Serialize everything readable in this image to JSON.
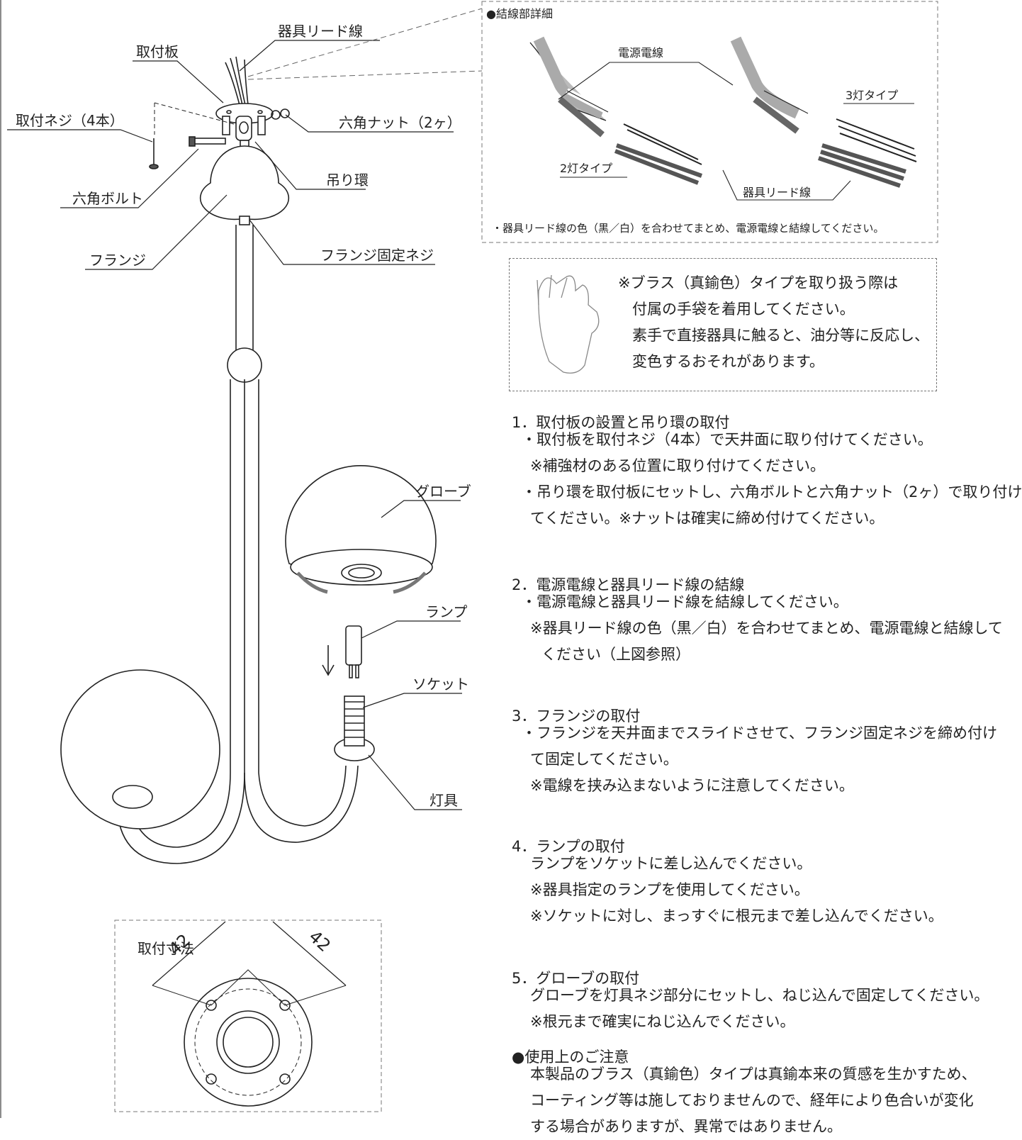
{
  "diagram": {
    "labels": {
      "lead_wire": "器具リード線",
      "mount_plate": "取付板",
      "mount_screw": "取付ネジ（4本）",
      "hex_nut": "六角ナット（2ヶ）",
      "hex_bolt": "六角ボルト",
      "hanging_ring": "吊り環",
      "flange": "フランジ",
      "flange_screw": "フランジ固定ネジ",
      "globe": "グローブ",
      "lamp": "ランプ",
      "socket": "ソケット",
      "fixture": "灯具"
    },
    "dimension": {
      "title": "取付寸法",
      "left_value": "42",
      "right_value": "42"
    }
  },
  "wiring_detail": {
    "title": "●結線部詳細",
    "power_wire": "電源電線",
    "type_2": "2灯タイプ",
    "type_3": "3灯タイプ",
    "lead_wire": "器具リード線",
    "note": "・器具リード線の色（黒／白）を合わせてまとめ、電源電線と結線してください。"
  },
  "gloves_note": {
    "line1": "※ブラス（真鍮色）タイプを取り扱う際は",
    "line2": "付属の手袋を着用してください。",
    "line3": "素手で直接器具に触ると、油分等に反応し、",
    "line4": "変色するおそれがあります。"
  },
  "steps": [
    {
      "title": "1．取付板の設置と吊り環の取付",
      "lines": [
        "・取付板を取付ネジ（4本）で天井面に取り付けてください。",
        "※補強材のある位置に取り付けてください。",
        "・吊り環を取付板にセットし、六角ボルトと六角ナット（2ヶ）で取り付け",
        "てください。※ナットは確実に締め付けてください。"
      ]
    },
    {
      "title": "2．電源電線と器具リード線の結線",
      "lines": [
        "・電源電線と器具リード線を結線してください。",
        "※器具リード線の色（黒／白）を合わせてまとめ、電源電線と結線して",
        "ください（上図参照）"
      ]
    },
    {
      "title": "3．フランジの取付",
      "lines": [
        "・フランジを天井面までスライドさせて、フランジ固定ネジを締め付け",
        "て固定してください。",
        "※電線を挟み込まないように注意してください。"
      ]
    },
    {
      "title": "4．ランプの取付",
      "lines": [
        "ランプをソケットに差し込んでください。",
        "※器具指定のランプを使用してください。",
        "※ソケットに対し、まっすぐに根元まで差し込んでください。"
      ]
    },
    {
      "title": "5．グローブの取付",
      "lines": [
        "グローブを灯具ネジ部分にセットし、ねじ込んで固定してください。",
        "※根元まで確実にねじ込んでください。"
      ]
    }
  ],
  "caution": {
    "title": "●使用上のご注意",
    "lines": [
      "本製品のブラス（真鍮色）タイプは真鍮本来の質感を生かすため、",
      "コーティング等は施しておりませんので、経年により色合いが変化",
      "する場合がありますが、異常ではありません。"
    ]
  }
}
